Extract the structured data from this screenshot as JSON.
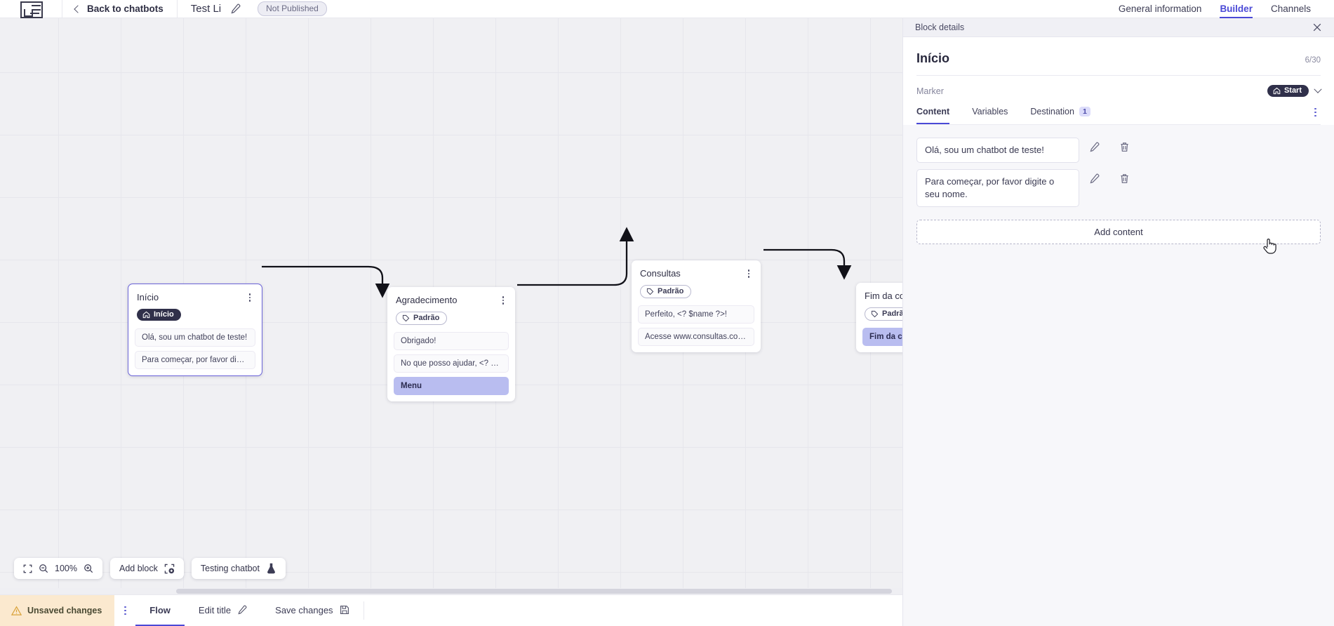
{
  "topbar": {
    "logo_name": "app-logo",
    "back_label": "Back to chatbots",
    "bot_title": "Test Li",
    "status_badge": "Not Published",
    "tabs": [
      {
        "label": "General information",
        "active": false
      },
      {
        "label": "Builder",
        "active": true
      },
      {
        "label": "Channels",
        "active": false
      }
    ]
  },
  "canvas": {
    "zoom_label": "100%",
    "add_block_label": "Add block",
    "testing_label": "Testing chatbot",
    "nodes": [
      {
        "title": "Início",
        "chip": "Início",
        "chip_style": "dark",
        "messages": [
          {
            "text": "Olá, sou um chatbot de teste!",
            "highlight": false
          },
          {
            "text": "Para começar, por favor digite o ...",
            "highlight": false
          }
        ]
      },
      {
        "title": "Agradecimento",
        "chip": "Padrão",
        "chip_style": "outline",
        "messages": [
          {
            "text": "Obrigado!",
            "highlight": false
          },
          {
            "text": "No que posso ajudar, <? $name ...",
            "highlight": false
          },
          {
            "text": "Menu",
            "highlight": true
          }
        ]
      },
      {
        "title": "Consultas",
        "chip": "Padrão",
        "chip_style": "outline",
        "messages": [
          {
            "text": "Perfeito, <? $name ?>!",
            "highlight": false
          },
          {
            "text": "Acesse www.consultas.com par...",
            "highlight": false
          }
        ]
      },
      {
        "title": "Fim da conversa",
        "chip": "Padrão",
        "chip_style": "outline",
        "messages": [
          {
            "text": "Fim da conversa",
            "highlight": true
          }
        ]
      }
    ]
  },
  "bottombar": {
    "unsaved_label": "Unsaved changes",
    "flow_label": "Flow",
    "edit_title_label": "Edit title",
    "save_label": "Save changes"
  },
  "panel": {
    "header_label": "Block details",
    "block_name": "Início",
    "char_count": "6/30",
    "marker_label": "Marker",
    "marker_value": "Start",
    "tabs": [
      {
        "label": "Content",
        "active": true,
        "count": ""
      },
      {
        "label": "Variables",
        "active": false,
        "count": ""
      },
      {
        "label": "Destination",
        "active": false,
        "count": "1"
      }
    ],
    "contents": [
      "Olá, sou um chatbot de teste!",
      "Para começar, por favor digite o seu nome."
    ],
    "add_content_label": "Add content"
  },
  "colors": {
    "accent": "#4a49d6",
    "highlight": "#b9bdf0",
    "warning_bg": "#fbe9cf",
    "chip_dark": "#30304a"
  }
}
